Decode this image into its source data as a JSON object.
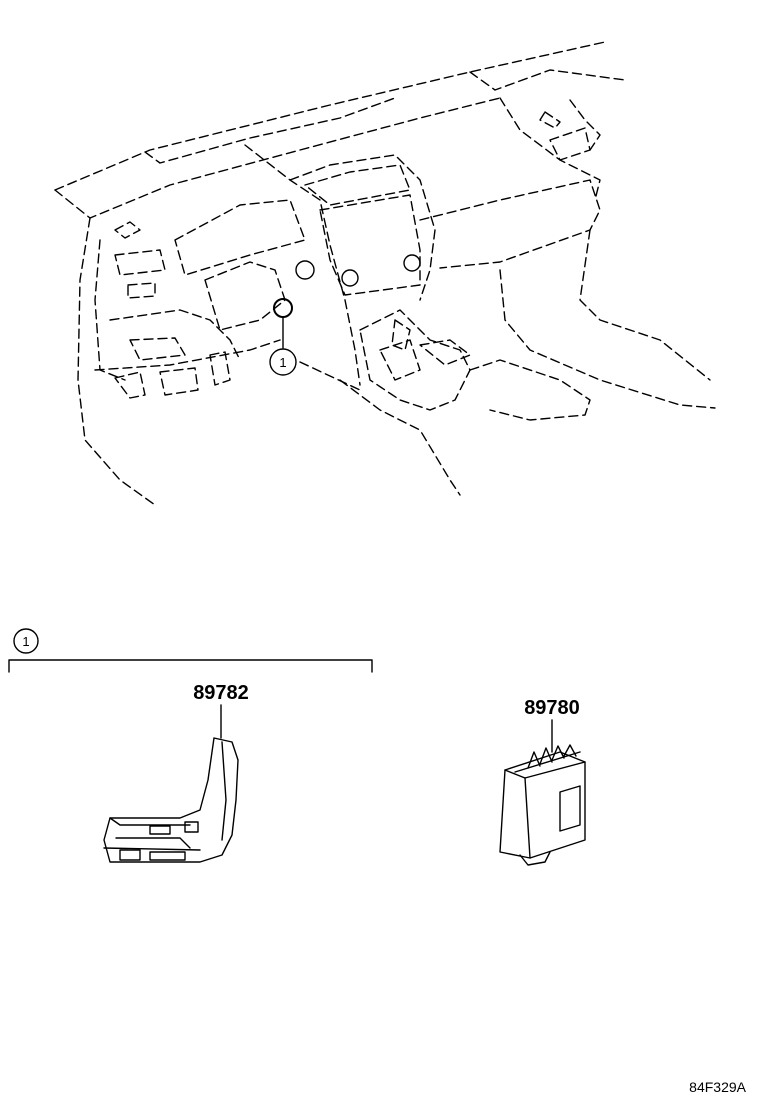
{
  "callouts": [
    {
      "id": "callout-1",
      "label": "1"
    },
    {
      "id": "callout-1-legend",
      "label": "1"
    }
  ],
  "parts": [
    {
      "number": "89782"
    },
    {
      "number": "89780"
    }
  ],
  "diagram_code": "84F329A"
}
